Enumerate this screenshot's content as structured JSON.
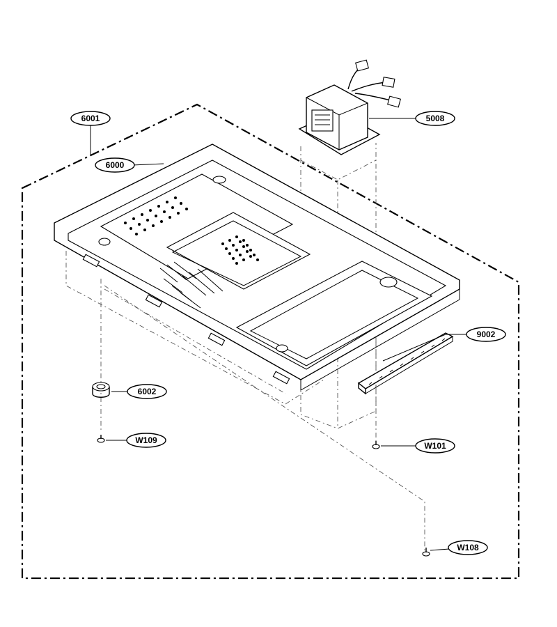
{
  "diagram": {
    "callouts": [
      {
        "id": "c6001",
        "label": "6001"
      },
      {
        "id": "c6000",
        "label": "6000"
      },
      {
        "id": "c5008",
        "label": "5008"
      },
      {
        "id": "c9002",
        "label": "9002"
      },
      {
        "id": "c6002",
        "label": "6002"
      },
      {
        "id": "cW109",
        "label": "W109"
      },
      {
        "id": "cW101",
        "label": "W101"
      },
      {
        "id": "cW108",
        "label": "W108"
      }
    ],
    "line_color": "#000000",
    "background": "#ffffff"
  }
}
